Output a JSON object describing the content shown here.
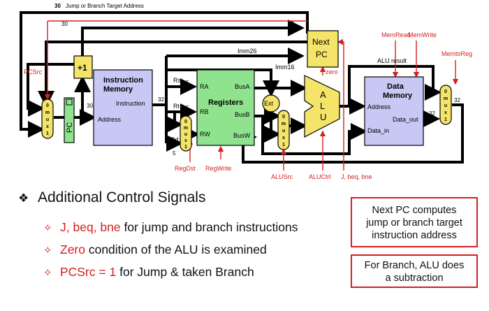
{
  "diagram": {
    "top_bus_label": "Jump or Branch Target Address",
    "width_30": "30",
    "width_5": "5",
    "width_32": "32",
    "pcsrc": "PCSrc",
    "plus1": "+1",
    "pc": "PC",
    "imem_title_1": "Instruction",
    "imem_title_2": "Memory",
    "imem_instruction": "Instruction",
    "imem_address": "Address",
    "mux_letters": [
      "0",
      "m",
      "u",
      "x",
      "1"
    ],
    "rs": "Rs",
    "rt": "Rt",
    "rd": "Rd",
    "ra": "RA",
    "rb": "RB",
    "rw": "RW",
    "registers": "Registers",
    "busa": "BusA",
    "busb": "BusB",
    "busw": "BusW",
    "regdst": "RegDst",
    "regwrite": "RegWrite",
    "imm26": "Imm26",
    "imm16": "Imm16",
    "ext": "Ext",
    "next_pc_1": "Next",
    "next_pc_2": "PC",
    "zero": "zero",
    "alu_a": "A",
    "alu_l": "L",
    "alu_u": "U",
    "alusrc": "ALUSrc",
    "aluctrl": "ALUCtrl",
    "j_beq_bne": "J, beq, bne",
    "alu_result": "ALU result",
    "memread": "MemRead",
    "memwrite": "MemWrite",
    "memtoreg": "MemtoReg",
    "dmem_title_1": "Data",
    "dmem_title_2": "Memory",
    "dmem_address": "Address",
    "dmem_data_out": "Data_out",
    "dmem_data_in": "Data_in"
  },
  "bullets": {
    "heading": "Additional Control Signals",
    "items": [
      {
        "red": "J, beq, bne",
        "rest": " for jump and branch instructions"
      },
      {
        "red": "Zero",
        "rest": " condition of the ALU is examined"
      },
      {
        "red": "PCSrc = 1",
        "rest": " for Jump & taken Branch"
      }
    ]
  },
  "notes": {
    "note1_lines": [
      "Next PC computes",
      "jump or branch target",
      "instruction address"
    ],
    "note2_lines": [
      "For Branch, ALU does",
      "a subtraction"
    ]
  },
  "colors": {
    "red": "#d42020",
    "mux": "#f5e46a",
    "memory": "#c8c8f4",
    "registers": "#8fe38f",
    "pc": "#8fe38f",
    "yellow": "#f5e46a"
  }
}
